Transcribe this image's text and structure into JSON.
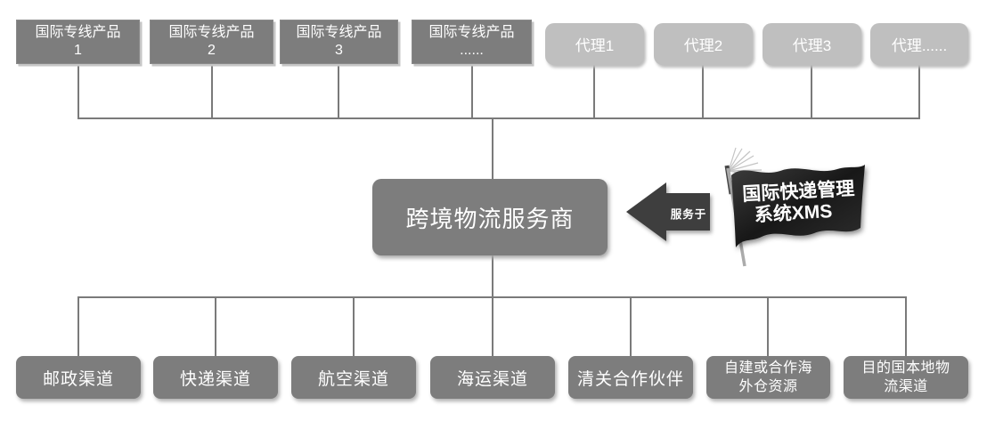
{
  "top_products": [
    {
      "title": "国际专线产品",
      "number": "1"
    },
    {
      "title": "国际专线产品",
      "number": "2"
    },
    {
      "title": "国际专线产品",
      "number": "3"
    },
    {
      "title": "国际专线产品",
      "number": "......"
    }
  ],
  "agents": [
    "代理1",
    "代理2",
    "代理3",
    "代理......"
  ],
  "center_box": {
    "label": "跨境物流服务商"
  },
  "arrow": {
    "label": "服务于"
  },
  "flag": {
    "line1": "国际快递管理",
    "line2": "系统XMS"
  },
  "bottom_channels": [
    {
      "line1": "邮政渠道"
    },
    {
      "line1": "快递渠道"
    },
    {
      "line1": "航空渠道"
    },
    {
      "line1": "海运渠道"
    },
    {
      "line1": "清关合作伙伴"
    },
    {
      "line1": "自建或合作海",
      "line2": "外仓资源"
    },
    {
      "line1": "目的国本地物",
      "line2": "流渠道"
    }
  ],
  "colors": {
    "node_dark": "#7d7d7d",
    "node_light": "#bfbfbf",
    "connector": "#7a7a7a",
    "arrow": "#3e3e3e",
    "flag": "#1f1f1f",
    "text": "#ffffff"
  }
}
